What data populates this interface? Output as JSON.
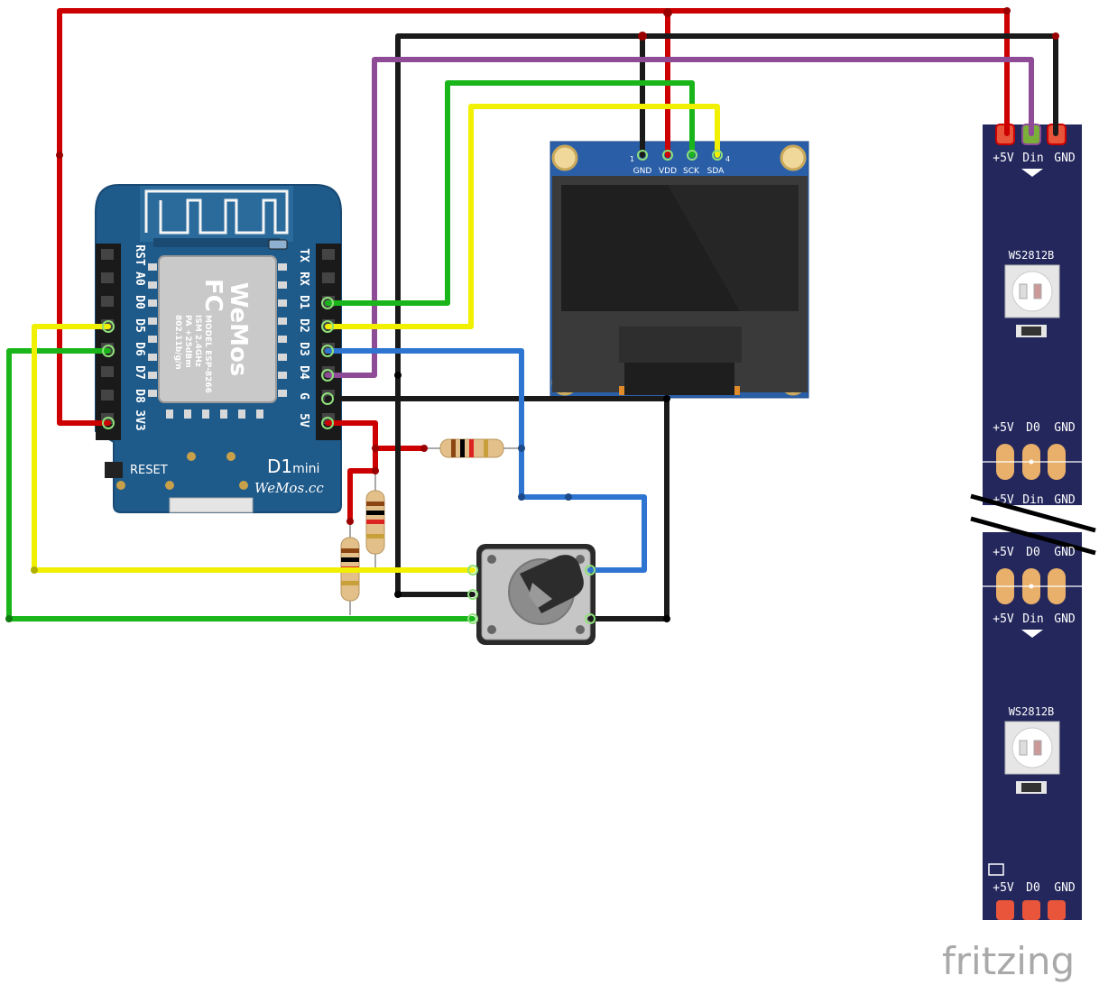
{
  "d1mini": {
    "pins_left": [
      "RST",
      "A0",
      "D0",
      "D5",
      "D6",
      "D7",
      "D8",
      "3V3"
    ],
    "pins_right": [
      "TX",
      "RX",
      "D1",
      "D2",
      "D3",
      "D4",
      "G",
      "5V"
    ],
    "module": {
      "brand": "WeMos",
      "fcc": "FC",
      "lines": [
        "MODEL  ESP-8266",
        "ISM 2.4GHz",
        "PA +25dBm",
        "802.11b/g/n"
      ]
    },
    "reset_label": "RESET",
    "board_name": "D1",
    "board_name_suffix": "mini",
    "board_url": "WeMos.cc"
  },
  "oled": {
    "pins": [
      "GND",
      "VDD",
      "SCK",
      "SDA"
    ],
    "pin_first_index": "1",
    "pin_last_index": "4"
  },
  "led_strip": {
    "header_top": [
      "+5V",
      "Din",
      "GND"
    ],
    "chip_label": "WS2812B",
    "pads_out": [
      "+5V",
      "D0",
      "GND"
    ],
    "header_mid": [
      "+5V",
      "Din",
      "GND"
    ],
    "footer": [
      "+5V",
      "D0",
      "GND"
    ]
  },
  "watermark": "fritzing",
  "colors": {
    "wire_red": "#cc0000",
    "wire_black": "#1a1a1a",
    "wire_green": "#19b51a",
    "wire_yellow": "#f0f000",
    "wire_purple": "#8e4b96",
    "wire_blue": "#2e74d1",
    "board_blue": "#1e5a8a",
    "strip_navy": "#23275c"
  }
}
